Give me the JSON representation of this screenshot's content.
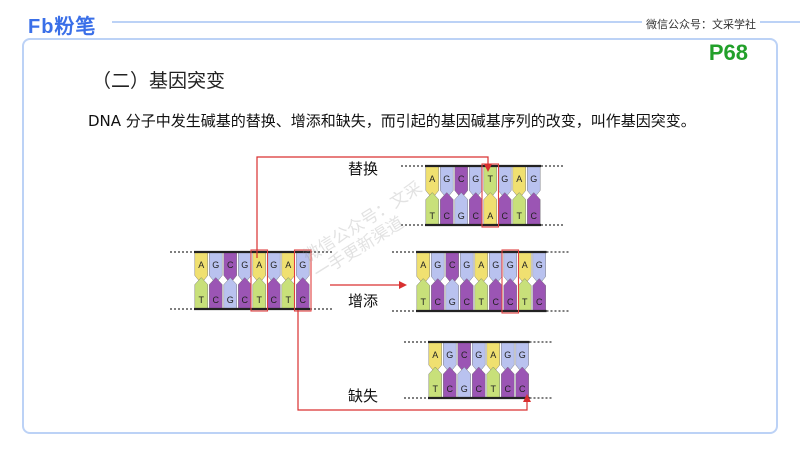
{
  "header": {
    "logo": "Fb粉笔",
    "wechat": "微信公众号：文采学社",
    "page": "P68"
  },
  "title": "（二）基因突变",
  "body": "DNA 分子中发生碱基的替换、增添和缺失，而引起的基因碱基序列的改变，叫作基因突变。",
  "labels": {
    "substitution": "替换",
    "insertion": "增添",
    "deletion": "缺失"
  },
  "watermark": [
    "微信公众号：文采",
    "一手更新渠道"
  ],
  "colors": {
    "A": "#f0e070",
    "T": "#c8e07a",
    "G": "#b9c2ef",
    "C": "#9b55b4",
    "highlight": "#e04040",
    "accent": "#3a6fe8",
    "page_num": "#22a02a"
  },
  "strands": {
    "original": {
      "top": [
        "A",
        "G",
        "C",
        "G",
        "A",
        "G",
        "A",
        "G"
      ],
      "bottom": [
        "T",
        "C",
        "G",
        "C",
        "T",
        "C",
        "T",
        "C"
      ]
    },
    "substitution": {
      "top": [
        "A",
        "G",
        "C",
        "G",
        "T",
        "G",
        "A",
        "G"
      ],
      "bottom": [
        "T",
        "C",
        "G",
        "C",
        "A",
        "C",
        "T",
        "C"
      ]
    },
    "insertion": {
      "top": [
        "A",
        "G",
        "C",
        "G",
        "A",
        "G",
        "G",
        "A",
        "G"
      ],
      "bottom": [
        "T",
        "C",
        "G",
        "C",
        "T",
        "C",
        "C",
        "T",
        "C"
      ]
    },
    "deletion": {
      "top": [
        "A",
        "G",
        "C",
        "G",
        "A",
        "G",
        "G"
      ],
      "bottom": [
        "T",
        "C",
        "G",
        "C",
        "T",
        "C",
        "C"
      ]
    }
  }
}
